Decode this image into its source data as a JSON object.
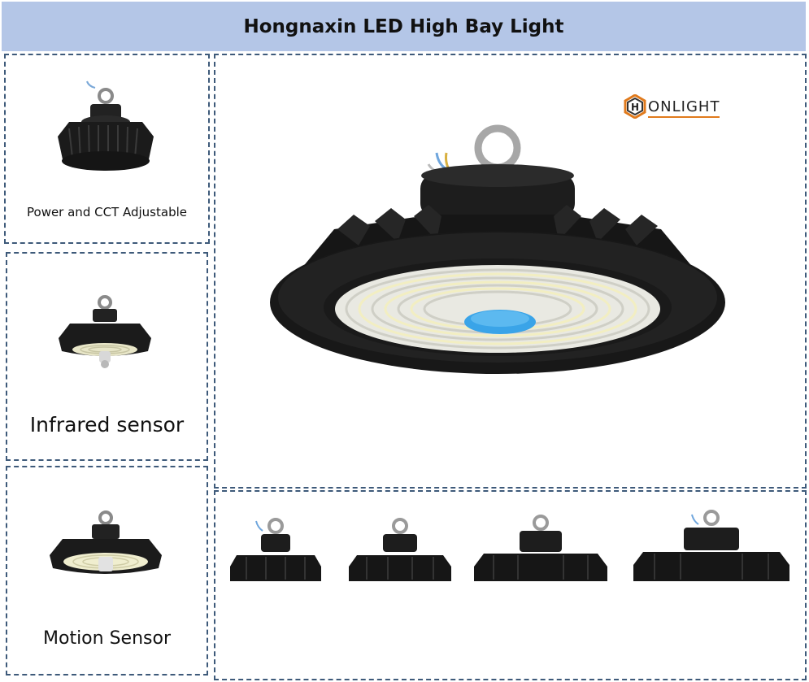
{
  "header": {
    "title": "Hongnaxin LED High Bay Light"
  },
  "brand": {
    "logo_text": "ONLIGHT",
    "logo_initial": "H"
  },
  "panels": {
    "power_cct": {
      "caption": "Power and CCT Adjustable"
    },
    "infrared": {
      "caption": "Infrared sensor"
    },
    "motion": {
      "caption": "Motion Sensor"
    }
  },
  "colors": {
    "header_bg": "#b4c6e7",
    "border": "#3e5a7a",
    "lamp_body": "#1c1c1c",
    "sensor_blue": "#3aa4e8",
    "logo_orange": "#e07a1c"
  }
}
